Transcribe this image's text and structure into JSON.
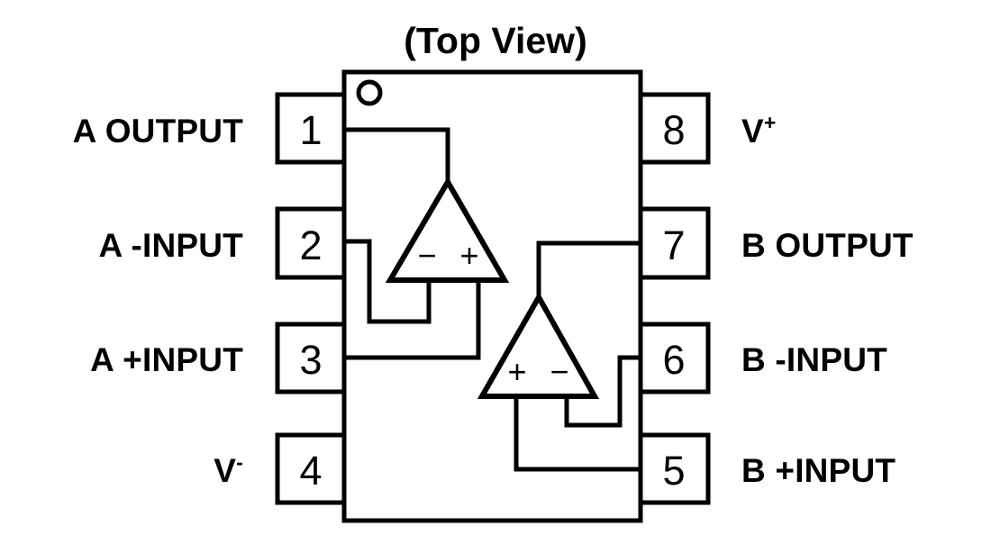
{
  "diagram": {
    "title": "(Top View)",
    "package": {
      "type": "8-pin dual in-line package",
      "pin_count": 8,
      "notch_marker": "pin-1-dot"
    },
    "colors": {
      "background": "#ffffff",
      "line": "#000000",
      "text": "#000000"
    },
    "left_pins": [
      {
        "number": "1",
        "label": "A OUTPUT",
        "sup": ""
      },
      {
        "number": "2",
        "label": "A -INPUT",
        "sup": ""
      },
      {
        "number": "3",
        "label": "A +INPUT",
        "sup": ""
      },
      {
        "number": "4",
        "label": "V",
        "sup": "-"
      }
    ],
    "right_pins": [
      {
        "number": "8",
        "label": "V",
        "sup": "+"
      },
      {
        "number": "7",
        "label": "B OUTPUT",
        "sup": ""
      },
      {
        "number": "6",
        "label": "B -INPUT",
        "sup": ""
      },
      {
        "number": "5",
        "label": "B +INPUT",
        "sup": ""
      }
    ],
    "amplifiers": [
      {
        "name": "A",
        "left_sign": "−",
        "right_sign": "+"
      },
      {
        "name": "B",
        "left_sign": "+",
        "right_sign": "−"
      }
    ]
  }
}
